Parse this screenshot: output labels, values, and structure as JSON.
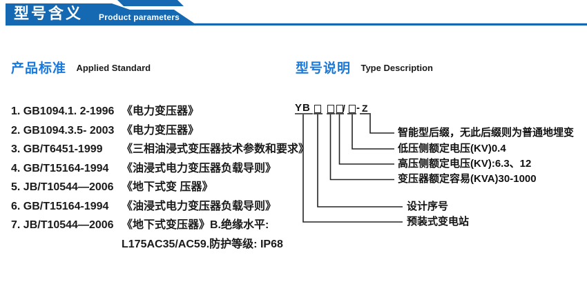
{
  "header": {
    "title_cn": "型号含义",
    "title_en": "Product parameters"
  },
  "standards": {
    "heading_cn": "产品标准",
    "heading_en": "Applied Standard",
    "items": [
      {
        "code": "1. GB1094.1. 2-1996",
        "title": "《电力变压器》"
      },
      {
        "code": "2. GB1094.3.5- 2003",
        "title": "《电力变压器》"
      },
      {
        "code": "3. GB/T6451-1999",
        "title": "《三相油浸式变压器技术参数和要求》"
      },
      {
        "code": "4. GB/T15164-1994",
        "title": "《油浸式电力变压器负载导则》"
      },
      {
        "code": "5. JB/T10544—2006",
        "title": "《地下式变 压器》"
      },
      {
        "code": "6. GB/T15164-1994",
        "title": "《油浸式电力变压器负载导则》"
      },
      {
        "code": "7. JB/T10544—2006",
        "title": "《地下式变压器》B.绝缘水平:",
        "title_line2": "L175AC35/AC59.防护等级: IP68"
      }
    ]
  },
  "model": {
    "heading_cn": "型号说明",
    "heading_en": "Type Description",
    "code": {
      "prefix": "YB",
      "slash": "/",
      "dash": "-",
      "suffix": "Z"
    },
    "labels": [
      "智能型后缀，无此后缀则为普通地埋变",
      "低压侧额定电压(KV)0.4",
      "高压侧额定电压(KV):6.3、12",
      "变压器额定容易(KVA)30-1000",
      "设计序号",
      "预装式变电站"
    ]
  },
  "colors": {
    "banner_blue": "#1568b2",
    "heading_blue": "#1878dc",
    "diagram_line": "#222222",
    "text_dark": "#1a1a1a"
  }
}
